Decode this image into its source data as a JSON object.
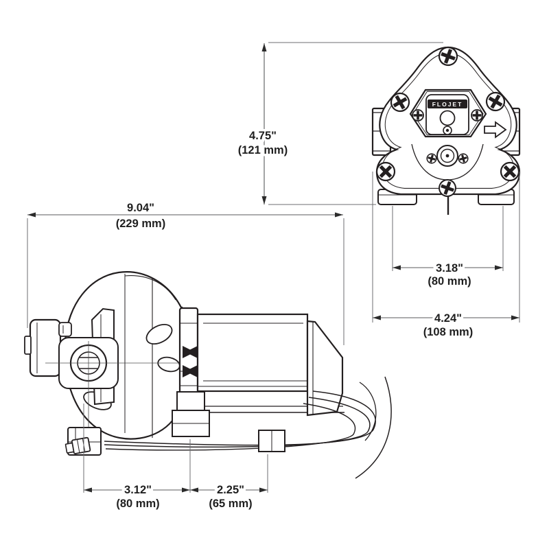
{
  "brand_label": "FLOJET",
  "dimensions": {
    "front_height": {
      "inches": "4.75\"",
      "metric": "(121 mm)"
    },
    "overall_length": {
      "inches": "9.04\"",
      "metric": "(229 mm)"
    },
    "port_center_span": {
      "inches": "3.18\"",
      "metric": "(80 mm)"
    },
    "front_width": {
      "inches": "4.24\"",
      "metric": "(108 mm)"
    },
    "front_foot_span": {
      "inches": "3.12\"",
      "metric": "(80 mm)"
    },
    "rear_foot_span": {
      "inches": "2.25\"",
      "metric": "(65 mm)"
    }
  },
  "colors": {
    "line": "#231f20",
    "dimension_line": "#58595b",
    "background": "#ffffff"
  }
}
